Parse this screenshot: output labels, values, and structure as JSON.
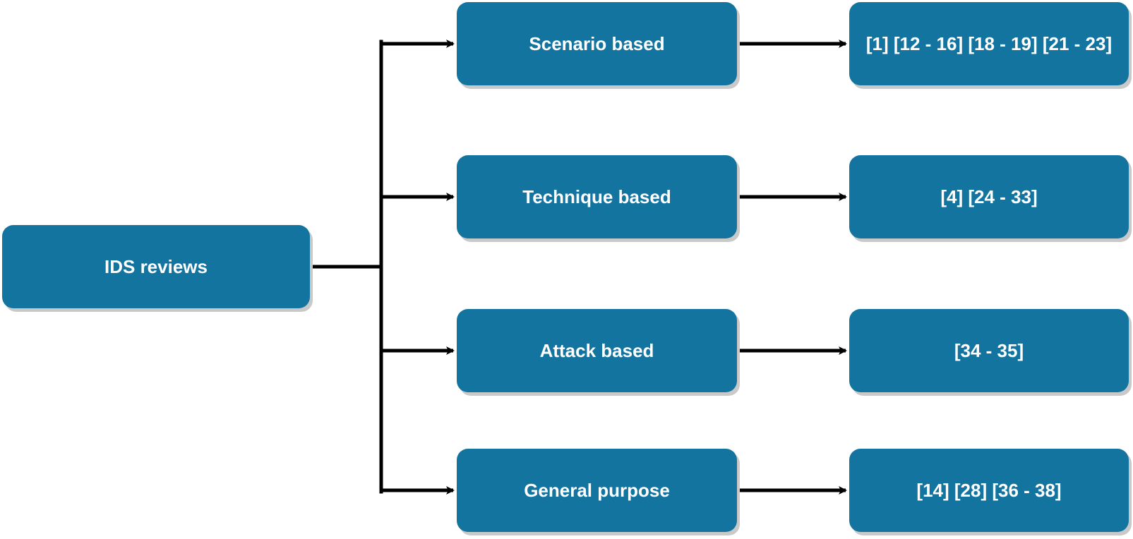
{
  "diagram": {
    "root": {
      "label": "IDS reviews"
    },
    "branches": [
      {
        "label": "Scenario based",
        "references": "[1] [12 - 16] [18 - 19] [21 - 23]"
      },
      {
        "label": "Technique based",
        "references": "[4] [24 - 33]"
      },
      {
        "label": "Attack based",
        "references": "[34 - 35]"
      },
      {
        "label": "General purpose",
        "references": "[14] [28] [36 - 38]"
      }
    ],
    "colors": {
      "node_fill": "#1374a0",
      "node_text": "#ffffff",
      "node_shadow": "#c9c9c9",
      "connector": "#000000"
    }
  }
}
